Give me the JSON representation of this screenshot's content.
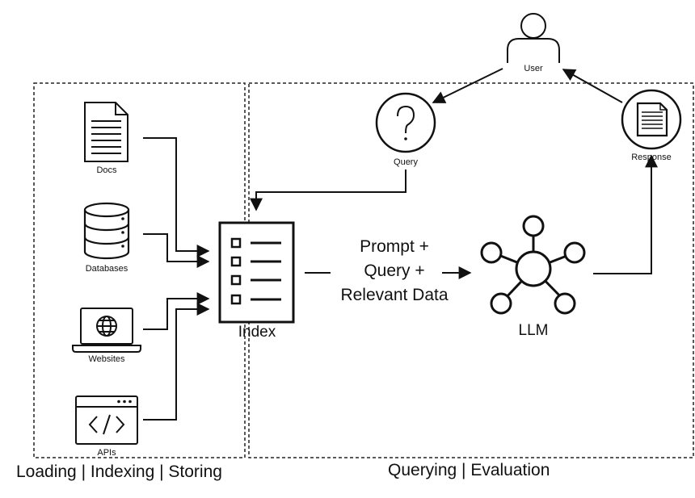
{
  "sources": {
    "docs": "Docs",
    "databases": "Databases",
    "websites": "Websites",
    "apis": "APIs"
  },
  "index_label": "Index",
  "prompt_block": {
    "line1": "Prompt +",
    "line2": "Query +",
    "line3": "Relevant Data"
  },
  "llm_label": "LLM",
  "user_label": "User",
  "query_label": "Query",
  "response_label": "Response",
  "sections": {
    "left": "Loading | Indexing | Storing",
    "right": "Querying | Evaluation"
  }
}
